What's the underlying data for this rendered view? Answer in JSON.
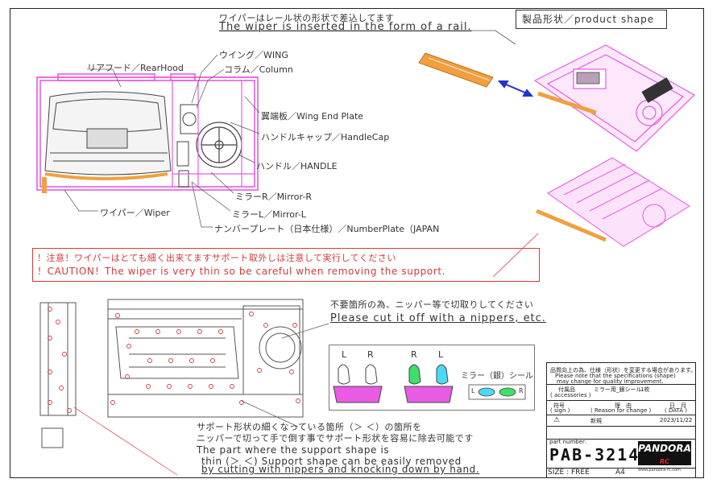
{
  "header": {
    "wiper_note_jp": "ワイパーはレール状の形状で差込してます",
    "wiper_note_en": "The wiper is inserted in the form of a rail.",
    "product_shape": "製品形状／product shape"
  },
  "labels": {
    "rear_hood": "リアフード／RearHood",
    "wing": "ウイング／WING",
    "column": "コラム／Column",
    "wing_end_plate": "翼端板／Wing End Plate",
    "handle_cap": "ハンドルキャップ／HandleCap",
    "handle": "ハンドル／HANDLE",
    "mirror_r": "ミラーR／Mirror-R",
    "mirror_l": "ミラーL／Mirror-L",
    "wiper": "ワイパー／Wiper",
    "number_plate": "ナンバープレート（日本仕様）／NumberPlate（JAPAN"
  },
  "caution": {
    "jp": "！注意！ワイパーはとても細く出来てますサポート取外しは注意して実行してください",
    "en": "！CAUTION！The wiper is very thin so be careful when removing the support."
  },
  "nipper_note": {
    "jp": "不要箇所の為、ニッパー等で切取りしてください",
    "en": "Please cut it off with a nippers, etc."
  },
  "mirror_sticker": {
    "l1": "L",
    "r1": "R",
    "r2": "R",
    "l2": "L",
    "label": "ミラー（銀）シール",
    "sticker_l": "L",
    "sticker_r": "R"
  },
  "support_note": {
    "jp1": "サポート形状の細くなっている箇所（＞ ＜）の箇所を",
    "jp2": "ニッパーで切って手で倒す事でサポート形状を容易に除去可能です",
    "en1": "The part where the support shape is",
    "en2": "thin (＞ ＜) Support shape can be easily removed",
    "en3": "by cutting with nippers and knocking down by hand."
  },
  "title_block": {
    "note_jp": "品質向上の為、仕様（形状）を変更する場合があります。",
    "note_en1": "Please note that the specifications (shape)",
    "note_en2": "may change for quality improvement.",
    "accessories_jp": "付属品",
    "accessories_en": "( accessories )",
    "accessories_val": "ミラー用_銀シール",
    "accessories_qty": "1枚",
    "sign_jp": "符号",
    "sign_en": "( sign )",
    "reason_jp": "理　由",
    "reason_en": "( Reason for change )",
    "date_jp": "日　月",
    "date_en": "( DATA )",
    "row_reason": "新規",
    "row_date": "2023/11/22",
    "part_number_label": "part number:",
    "part_number": "PAB-3214",
    "size": "SIZE : FREE",
    "paper": "A4",
    "logo": "PANDORA",
    "logo_sub": "RC",
    "logo_url": "www.pandora-rc.com"
  },
  "colors": {
    "parts": "#e85be3",
    "orange": "#f0a040",
    "red": "#d23b3b",
    "arrow": "#2233cc",
    "mirror_green": "#3ce06a",
    "mirror_cyan": "#49d9f2"
  }
}
